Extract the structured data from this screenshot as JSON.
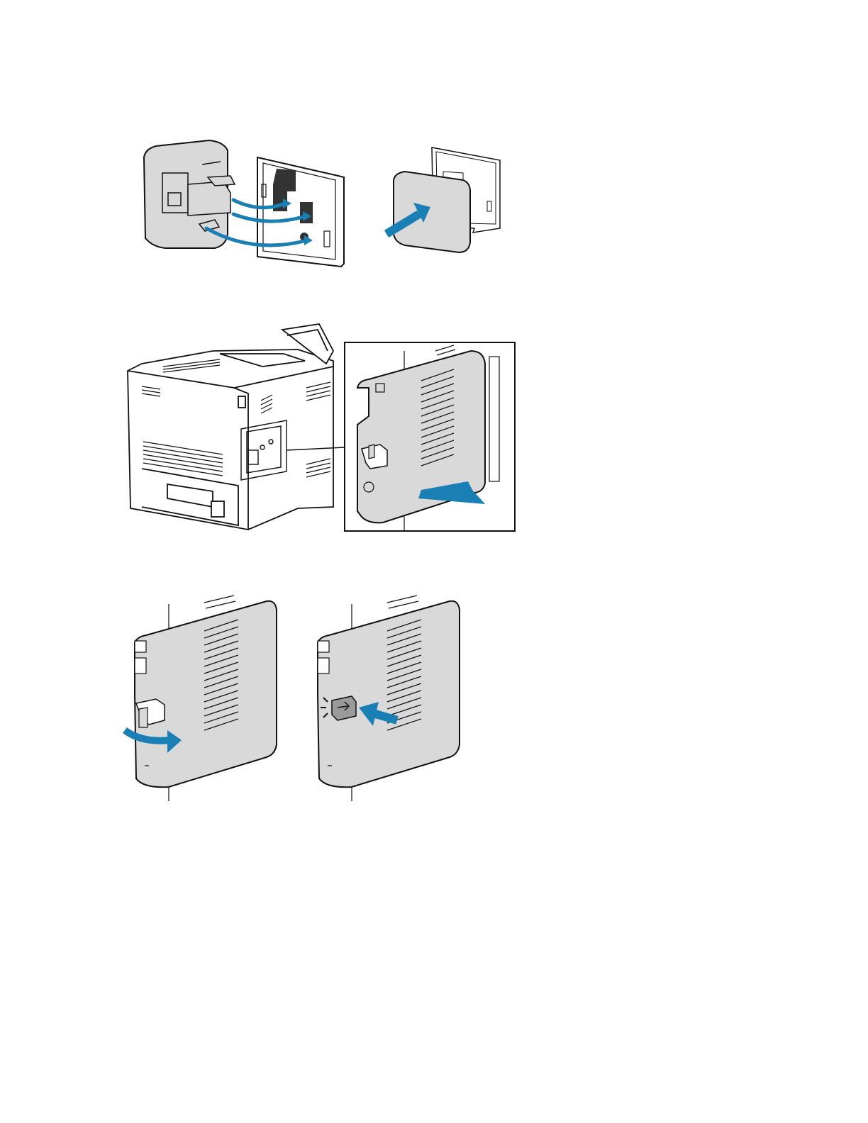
{
  "page": {
    "background": "#ffffff"
  },
  "figures": [
    {
      "id": "wireless-adapter-insert",
      "icon": "wireless-adapter-illustration"
    },
    {
      "id": "printer-side-cover-install",
      "icon": "printer-rear-illustration"
    },
    {
      "id": "side-cover-latch-close",
      "icon": "cover-latch-illustration"
    }
  ],
  "colors": {
    "arrow": "#1a7fb5",
    "panel_fill": "#d9d9d9",
    "line": "#111111",
    "slot": "#333333"
  }
}
